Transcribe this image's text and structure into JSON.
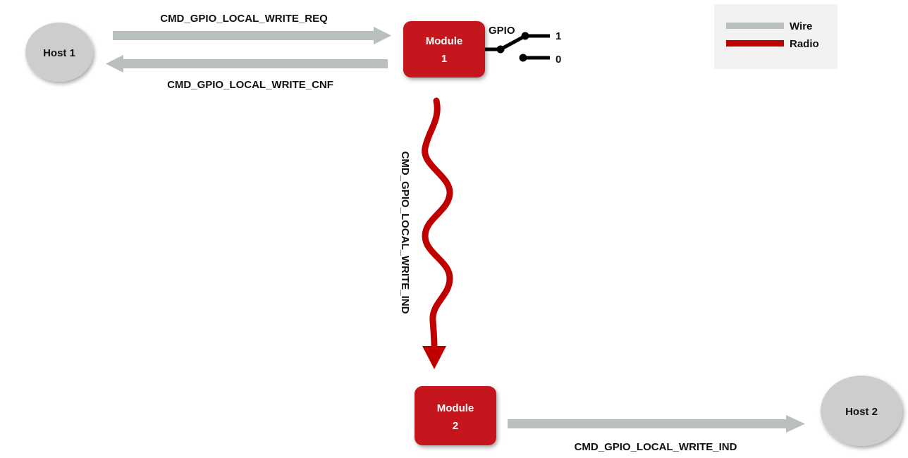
{
  "nodes": {
    "host1": {
      "label": "Host 1"
    },
    "host2": {
      "label": "Host 2"
    },
    "module1": {
      "line1": "Module",
      "line2": "1"
    },
    "module2": {
      "line1": "Module",
      "line2": "2"
    }
  },
  "messages": {
    "write_req": "CMD_GPIO_LOCAL_WRITE_REQ",
    "write_cnf": "CMD_GPIO_LOCAL_WRITE_CNF",
    "radio_ind": "CMD_GPIO_LOCAL_WRITE_IND",
    "wire_ind": "CMD_GPIO_LOCAL_WRITE_IND"
  },
  "gpio": {
    "label": "GPIO",
    "high": "1",
    "low": "0"
  },
  "legend": {
    "wire": "Wire",
    "radio": "Radio"
  },
  "colors": {
    "wire": "#b9bfbc",
    "radio": "#c00000",
    "module_fill": "#c4161c",
    "host_fill": "#cdcdcd",
    "legend_bg": "#f2f2f2"
  }
}
